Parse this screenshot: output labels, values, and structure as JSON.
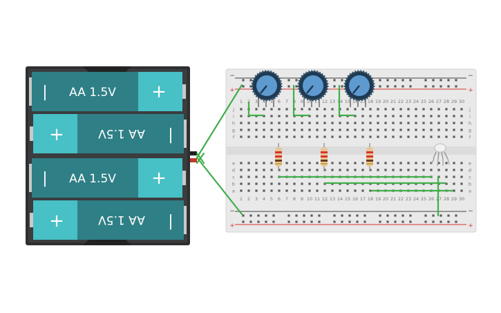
{
  "battery_pack": {
    "cells": [
      {
        "label": "AA 1.5V",
        "minus": "|",
        "plus": "+",
        "orientation": "normal"
      },
      {
        "label": "AA 1.5V",
        "minus": "|",
        "plus": "+",
        "orientation": "flipped"
      },
      {
        "label": "AA 1.5V",
        "minus": "|",
        "plus": "+",
        "orientation": "normal"
      },
      {
        "label": "AA 1.5V",
        "minus": "|",
        "plus": "+",
        "orientation": "flipped"
      }
    ],
    "colors": {
      "case": "#2d2f31",
      "cell": "#2f7f86",
      "cap": "#47c0c6",
      "terminal": "#c9c9c9"
    }
  },
  "breadboard": {
    "rail_minus": "−",
    "rail_plus": "+",
    "row_letters_top": [
      "j",
      "i",
      "h",
      "g",
      "f"
    ],
    "row_letters_bottom": [
      "e",
      "d",
      "c",
      "b",
      "a"
    ],
    "column_numbers": [
      "1",
      "2",
      "3",
      "4",
      "5",
      "6",
      "7",
      "8",
      "9",
      "10",
      "11",
      "12",
      "13",
      "14",
      "15",
      "16",
      "17",
      "18",
      "19",
      "20",
      "21",
      "22",
      "23",
      "24",
      "25",
      "26",
      "27",
      "28",
      "29",
      "30"
    ],
    "colors": {
      "board": "#e9e9e9",
      "hole": "#5a5a5a",
      "rail_red": "#d9342b",
      "rail_dark": "#444444",
      "label": "#777777"
    }
  },
  "components": {
    "potentiometers": 3,
    "resistors": 3,
    "rgb_led": 1,
    "colors": {
      "knob_ring": "#1f3a52",
      "knob": "#5e9ad0",
      "wire": "#3fae49",
      "resistor_body": "#e7c79a"
    }
  }
}
